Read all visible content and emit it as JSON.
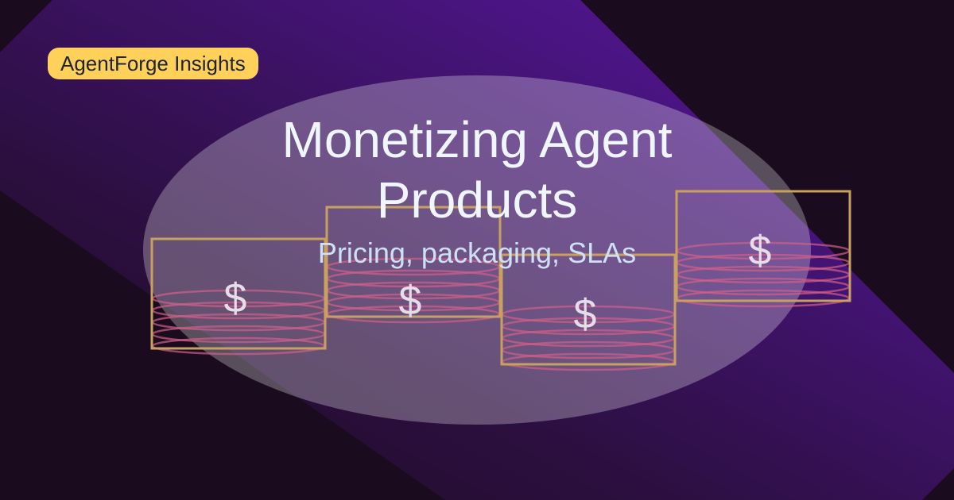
{
  "brand": {
    "badge_label": "AgentForge Insights"
  },
  "hero": {
    "title": "Monetizing Agent Products",
    "subtitle": "Pricing, packaging, SLAs"
  },
  "coins": [
    {
      "symbol": "$"
    },
    {
      "symbol": "$"
    },
    {
      "symbol": "$"
    },
    {
      "symbol": "$"
    }
  ],
  "icons": [
    "dollar-coin-stack-icon"
  ],
  "colors": {
    "background": "#1a0c1e",
    "band_accent": "#5b18a8",
    "badge": "#ffd15a",
    "box_stroke": "#c8a060",
    "coin_stroke": "#d0608a",
    "title": "#f0f6ff",
    "subtitle": "#cfe0f5"
  }
}
